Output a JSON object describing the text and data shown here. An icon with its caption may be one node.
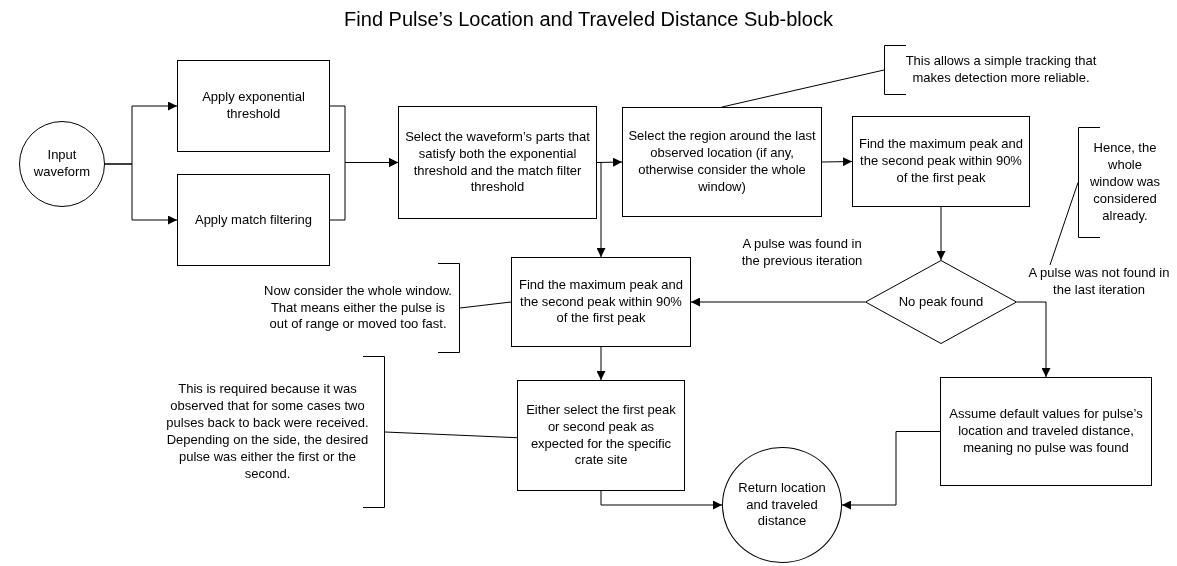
{
  "diagram": {
    "title": "Find Pulse’s Location and Traveled Distance Sub-block",
    "nodes": [
      {
        "text": [
          "Input waveform"
        ]
      },
      {
        "text": [
          "Apply exponential threshold"
        ]
      },
      {
        "text": [
          "Apply match filtering"
        ]
      },
      {
        "text": [
          "Select the waveform’s parts that satisfy both the exponential threshold and the match filter threshold"
        ]
      },
      {
        "text": [
          "Select the region around the last observed location (if any, otherwise consider the whole window)"
        ]
      },
      {
        "text": [
          "Find the maximum peak and the second peak within 90% of the first peak"
        ]
      },
      {
        "text": [
          "No peak found"
        ]
      },
      {
        "text": [
          "Find the maximum peak and the second peak within 90% of the first peak"
        ]
      },
      {
        "text": [
          "Either select the first peak or second peak as expected for the specific crate site"
        ]
      },
      {
        "text": [
          "Return location and traveled distance"
        ]
      },
      {
        "text": [
          "Assume default values for pulse’s location and traveled distance, meaning no pulse was found"
        ]
      },
      {
        "text": [
          "This allows a simple tracking that makes detection more reliable."
        ]
      },
      {
        "text": [
          "Hence, the whole window was considered already."
        ]
      },
      {
        "text": [
          "Now consider the whole window. That means either the pulse is out of range or moved too fast."
        ]
      },
      {
        "text": [
          "This is required because it was observed that for some cases two pulses back to back were received. Depending on the side, the desired pulse was either the first or the second."
        ]
      }
    ],
    "edges": [
      {
        "from": 0,
        "to": 1,
        "arrow": "to"
      },
      {
        "from": 0,
        "to": 2,
        "arrow": "to"
      },
      {
        "from": 1,
        "to": 3,
        "arrow": "to"
      },
      {
        "from": 2,
        "to": 3,
        "arrow": "to"
      },
      {
        "from": 3,
        "to": 4,
        "arrow": "to"
      },
      {
        "from": 3,
        "to": 7,
        "arrow": "to"
      },
      {
        "from": 4,
        "to": 5,
        "arrow": "to"
      },
      {
        "from": 5,
        "to": 6,
        "arrow": "to"
      },
      {
        "from": 6,
        "to": 7,
        "arrow": "to",
        "label": "A pulse was found in the previous iteration"
      },
      {
        "from": 6,
        "to": 10,
        "arrow": "to",
        "label": "A pulse was not found in the last iteration"
      },
      {
        "from": 7,
        "to": 8,
        "arrow": "to"
      },
      {
        "from": 8,
        "to": 9,
        "arrow": "to"
      },
      {
        "from": 10,
        "to": 9,
        "arrow": "to"
      },
      {
        "from": 11,
        "to": 4,
        "arrow": "none"
      },
      {
        "from": 12,
        "to": null,
        "arrow": "none"
      },
      {
        "from": 13,
        "to": 7,
        "arrow": "none"
      },
      {
        "from": 14,
        "to": 8,
        "arrow": "none"
      }
    ]
  }
}
